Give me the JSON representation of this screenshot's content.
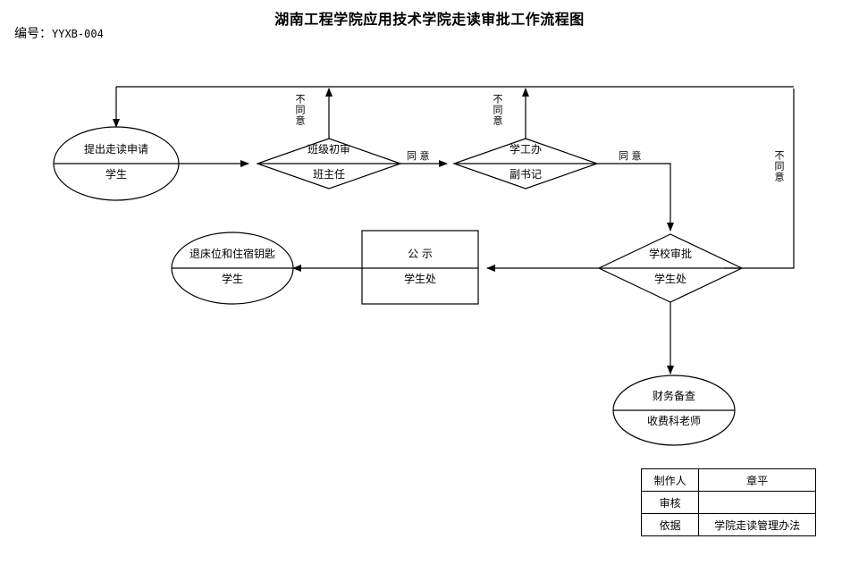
{
  "header": {
    "doc_no_label": "编号：",
    "doc_no_value": "YYXB-004",
    "title": "湖南工程学院应用技术学院走读审批工作流程图"
  },
  "flowchart": {
    "type": "flowchart",
    "nodes": [
      {
        "id": "apply",
        "shape": "ellipse",
        "top": "提出走读申请",
        "bottom": "学生"
      },
      {
        "id": "class",
        "shape": "diamond",
        "top": "班级初审",
        "bottom": "班主任"
      },
      {
        "id": "office",
        "shape": "diamond",
        "top": "学工办",
        "bottom": "副书记"
      },
      {
        "id": "school",
        "shape": "diamond",
        "top": "学校审批",
        "bottom": "学生处"
      },
      {
        "id": "publish",
        "shape": "rectangle",
        "top": "公  示",
        "bottom": "学生处"
      },
      {
        "id": "return",
        "shape": "ellipse",
        "top": "退床位和住宿钥匙",
        "bottom": "学生"
      },
      {
        "id": "finance",
        "shape": "ellipse",
        "top": "财务备查",
        "bottom": "收费科老师"
      }
    ],
    "edge_labels": [
      {
        "id": "agree-1",
        "text": "同  意",
        "orientation": "horizontal"
      },
      {
        "id": "agree-2",
        "text": "同  意",
        "orientation": "horizontal"
      },
      {
        "id": "disagree-1",
        "text": "不同意",
        "orientation": "vertical"
      },
      {
        "id": "disagree-2",
        "text": "不同意",
        "orientation": "vertical"
      },
      {
        "id": "disagree-3",
        "text": "不同意",
        "orientation": "vertical"
      }
    ]
  },
  "info_table": {
    "rows": [
      {
        "key": "制作人",
        "value": "章平"
      },
      {
        "key": "审核",
        "value": ""
      },
      {
        "key": "依据",
        "value": "学院走读管理办法"
      }
    ]
  },
  "colors": {
    "stroke": "#000000",
    "background": "#ffffff",
    "text": "#000000"
  }
}
